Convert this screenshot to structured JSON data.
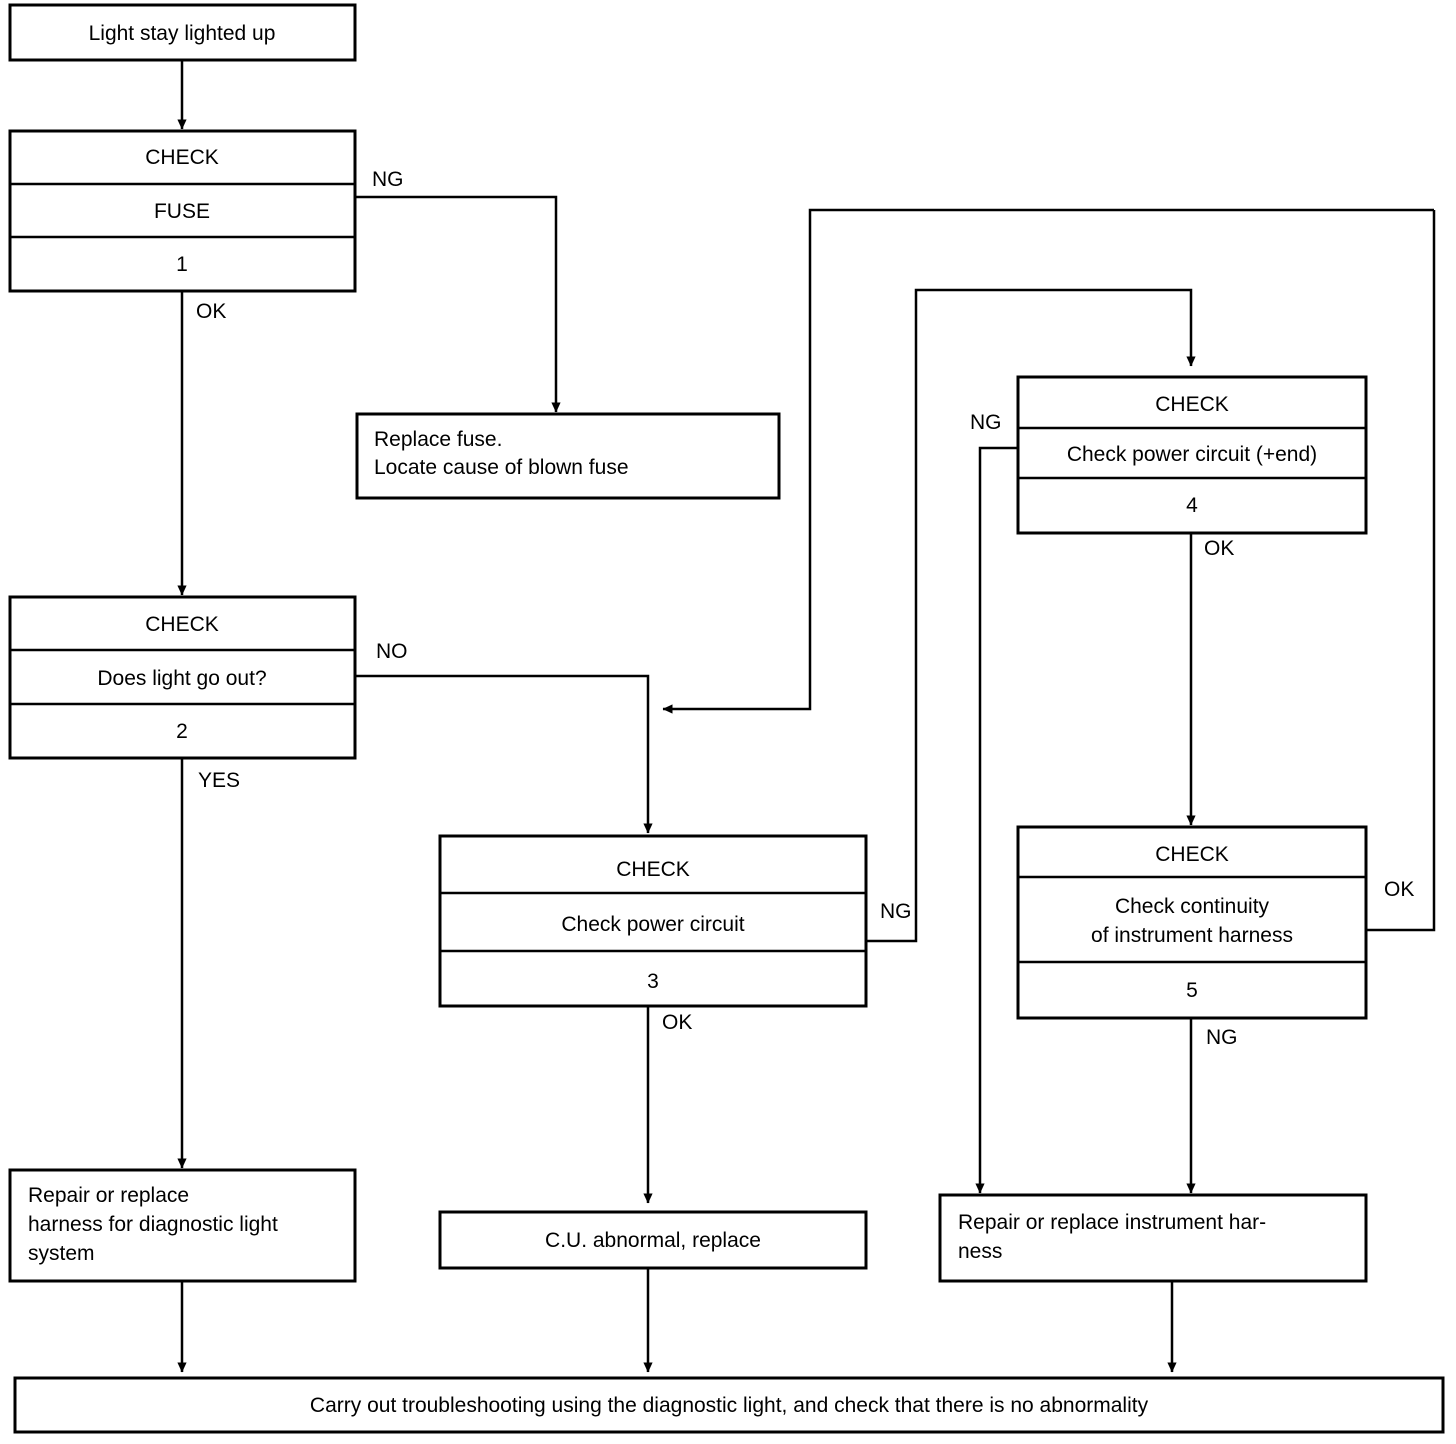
{
  "diagram": {
    "title": "Diagnostic light troubleshooting flowchart",
    "line_color": "#000000",
    "box_fill": "#ffffff",
    "nodes": {
      "start": {
        "text": "Light stay lighted up"
      },
      "check1": {
        "header": "CHECK",
        "body": "FUSE",
        "number": "1"
      },
      "replace_fuse": {
        "line1": "Replace fuse.",
        "line2": "Locate cause of blown fuse"
      },
      "check2": {
        "header": "CHECK",
        "body": "Does light go out?",
        "number": "2"
      },
      "check3": {
        "header": "CHECK",
        "body": "Check power circuit",
        "number": "3"
      },
      "check4": {
        "header": "CHECK",
        "body": "Check power circuit (+end)",
        "number": "4"
      },
      "check5": {
        "header": "CHECK",
        "body_line1": "Check continuity",
        "body_line2": "of instrument harness",
        "number": "5"
      },
      "repair_diag": {
        "line1": "Repair or replace",
        "line2": "harness for diagnostic light",
        "line3": "system"
      },
      "cu_abnormal": {
        "text": "C.U. abnormal, replace"
      },
      "repair_inst": {
        "line1": "Repair or replace instrument har-",
        "line2": "ness"
      },
      "final": {
        "text": "Carry out troubleshooting using the diagnostic light, and check that there is no abnormality"
      }
    },
    "edge_labels": {
      "check1_ng": "NG",
      "check1_ok": "OK",
      "check2_no": "NO",
      "check2_yes": "YES",
      "check3_ng": "NG",
      "check3_ok": "OK",
      "check4_ng": "NG",
      "check4_ok": "OK",
      "check5_ok": "OK",
      "check5_ng": "NG"
    }
  }
}
